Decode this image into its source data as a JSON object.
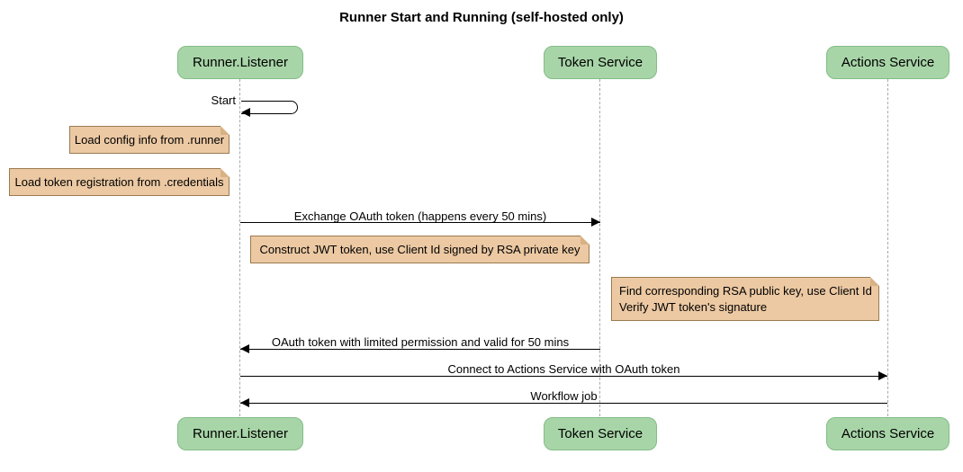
{
  "diagram": {
    "title": "Runner Start and Running (self-hosted only)"
  },
  "participants": {
    "runner_listener": "Runner.Listener",
    "token_service": "Token Service",
    "actions_service": "Actions Service"
  },
  "messages": {
    "start": "Start",
    "exchange_oauth": "Exchange OAuth token (happens every 50 mins)",
    "oauth_return": "OAuth token with limited permission and valid for 50 mins",
    "connect_actions": "Connect to Actions Service with OAuth token",
    "workflow_job": "Workflow job"
  },
  "notes": {
    "load_config": "Load config info from .runner",
    "load_token_registration": "Load token registration from .credentials",
    "construct_jwt": "Construct JWT token, use Client Id signed by RSA private key",
    "find_rsa_line1": "Find corresponding RSA public key, use Client Id",
    "find_rsa_line2": "Verify JWT token's signature"
  },
  "colors": {
    "participant_fill": "#a8d5a8",
    "participant_border": "#82bd86",
    "note_fill": "#ecc9a3",
    "note_border": "#9a7b50",
    "lifeline": "#a9a9a9",
    "message_line": "#000000",
    "background": "#ffffff"
  }
}
